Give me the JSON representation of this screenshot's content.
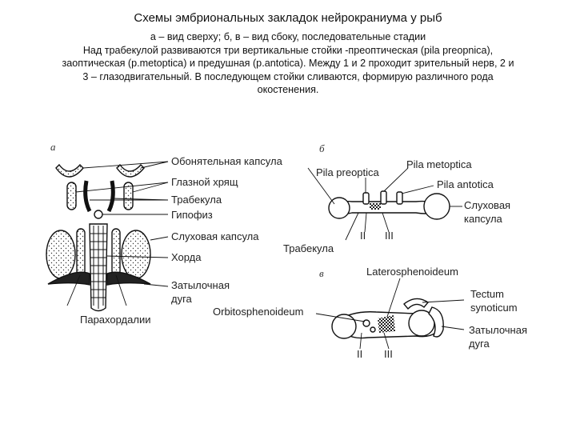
{
  "title": "Схемы эмбриональных закладок нейрокраниума у рыб",
  "caption": [
    "а – вид сверху; б, в – вид сбоку, последовательные стадии",
    "Над трабекулой развиваются  три вертикальные стойки  -преоптическая  (pila preopnica),",
    "заоптическая (p.metoptica) и предушная (p.antotica). Между 1 и 2 проходит зрительный нерв, 2 и",
    "3 – глазодвигательный. В последующем стойки сливаются, формирую различного рода",
    "окостенения."
  ],
  "figure": {
    "panel_a": {
      "letter": "а",
      "labels": [
        "Обонятельная капсула",
        "Глазной хрящ",
        "Трабекула",
        "Гипофиз",
        "Слуховая капсула",
        "Хорда",
        "Затылочная",
        "дуга",
        "Парахордалии"
      ]
    },
    "panel_b": {
      "letter": "б",
      "labels": [
        "Pila metoptica",
        "Pila preoptica",
        "Pila antotica",
        "Слуховая",
        "капсула",
        "Трабекула"
      ],
      "nerves": [
        "II",
        "III"
      ]
    },
    "panel_c": {
      "letter": "в",
      "labels": [
        "Laterosphenoideum",
        "Tectum",
        "synoticum",
        "Orbitosphenoideum",
        "Затылочная",
        "дуга"
      ],
      "nerves": [
        "II",
        "III"
      ]
    }
  }
}
